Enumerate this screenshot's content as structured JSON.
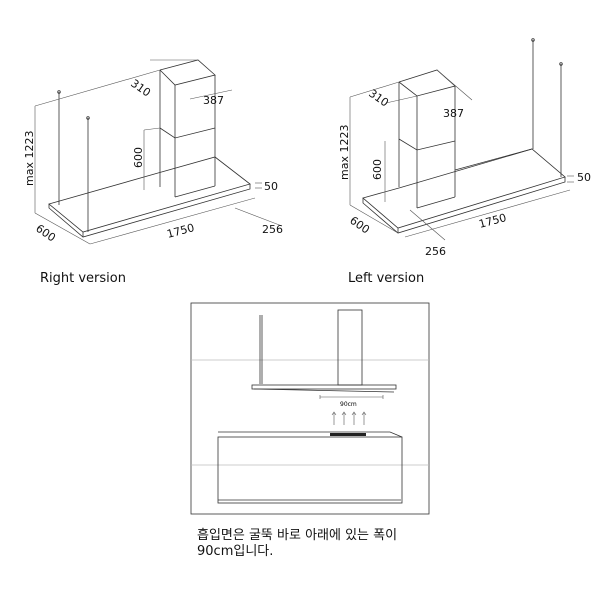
{
  "right_version": {
    "caption": "Right version",
    "dims": {
      "height": "max 1223",
      "chimney_depth": "310",
      "chimney_width": "387",
      "chimney_lower": "600",
      "thickness": "50",
      "depth": "600",
      "width": "1750",
      "offset": "256"
    }
  },
  "left_version": {
    "caption": "Left version",
    "dims": {
      "height": "max 1223",
      "chimney_depth": "310",
      "chimney_width": "387",
      "chimney_lower": "600",
      "thickness": "50",
      "depth": "600",
      "width": "1750",
      "offset": "256"
    }
  },
  "installation": {
    "suction_width": "90cm",
    "note_line1": "흡입면은 굴뚝 바로 아래에 있는 폭이",
    "note_line2": "90cm입니다."
  }
}
